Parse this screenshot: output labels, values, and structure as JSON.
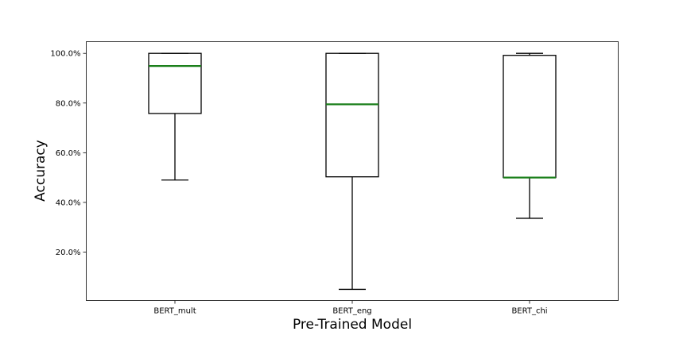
{
  "chart_data": {
    "type": "box",
    "title": "",
    "xlabel": "Pre-Trained Model",
    "ylabel": "Accuracy",
    "categories": [
      "BERT_mult",
      "BERT_eng",
      "BERT_chi"
    ],
    "boxes": [
      {
        "name": "BERT_mult",
        "whisker_low": 49.0,
        "q1": 75.8,
        "median": 94.9,
        "q3": 100.0,
        "whisker_high": 100.0
      },
      {
        "name": "BERT_eng",
        "whisker_low": 5.0,
        "q1": 50.3,
        "median": 79.5,
        "q3": 100.0,
        "whisker_high": 100.0
      },
      {
        "name": "BERT_chi",
        "whisker_low": 33.6,
        "q1": 50.0,
        "median": 50.0,
        "q3": 99.2,
        "whisker_high": 100.0
      }
    ],
    "y_ticks": [
      20,
      40,
      60,
      80,
      100
    ],
    "y_tick_labels": [
      "20.0%",
      "40.0%",
      "60.0%",
      "80.0%",
      "100.0%"
    ],
    "ylim": [
      0.5,
      104.7
    ],
    "grid": false,
    "colors": {
      "box": "#000000",
      "median": "#1a7f1a"
    }
  }
}
